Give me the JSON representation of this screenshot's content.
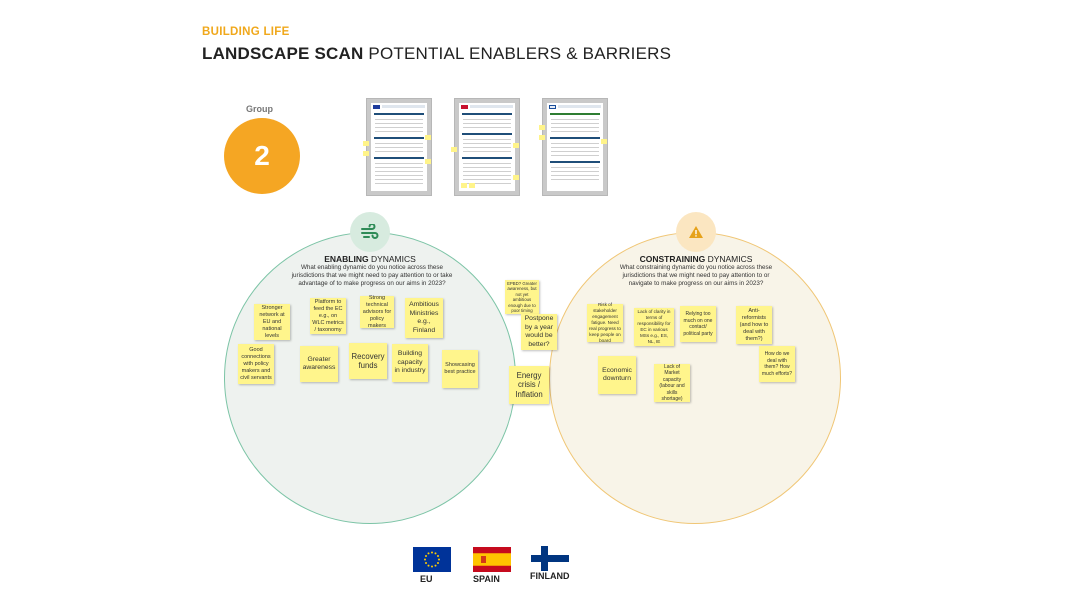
{
  "header": {
    "kicker": "BUILDING LIFE",
    "title_bold": "LANDSCAPE SCAN",
    "title_rest": " POTENTIAL ENABLERS & BARRIERS"
  },
  "group": {
    "label": "Group",
    "number": "2"
  },
  "enabling": {
    "title_bold": "ENABLING",
    "title_rest": " DYNAMICS",
    "question": "What enabling dynamic do you notice across these jurisdictions that we might need to pay attention to or take advantage of to make progress on our aims in 2023?",
    "notes": [
      "Stronger network at EU and national levels",
      "Platform to feed the EC e.g., on WLC metrics / taxonomy",
      "Strong technical advisors for policy makers",
      "Ambitious Ministries e.g., Finland",
      "Good connections with policy makers and civil servants",
      "Greater awareness",
      "Recovery funds",
      "Building capacity in industry",
      "Showcasing best practice"
    ]
  },
  "middle": {
    "notes": [
      "EPBD? Greater awareness, but not yet ambitious enough due to poor timing",
      "Postpone by a year would be better?",
      "Energy crisis / Inflation"
    ]
  },
  "constraining": {
    "title_bold": "CONSTRAINING",
    "title_rest": " DYNAMICS",
    "question": "What constraining dynamic do you notice across these jurisdictions that we might need to pay attention to or navigate to make progress on our aims in 2023?",
    "notes": [
      "Risk of stakeholder engagement fatigue. Need real progress to keep people on board",
      "Lack of clarity in terms of responsibility for EC in various MSs e.g., ES, NL, IE",
      "Relying too much on one contact/ political party",
      "Anti-reformists (and how to deal with them?)",
      "How do we deal with them? How much efforts?",
      "Economic downturn",
      "Lack of Market capacity (labour and skills shortage)"
    ]
  },
  "flags": [
    {
      "label": "EU"
    },
    {
      "label": "SPAIN"
    },
    {
      "label": "FINLAND"
    }
  ],
  "icons": {
    "enabling": "wind-arrows-icon",
    "constraining": "warning-triangle-icon"
  },
  "colors": {
    "accent": "#f5a623",
    "enabling_border": "#7cc4a6",
    "constraining_border": "#f0c675",
    "sticky": "#fff58c"
  }
}
